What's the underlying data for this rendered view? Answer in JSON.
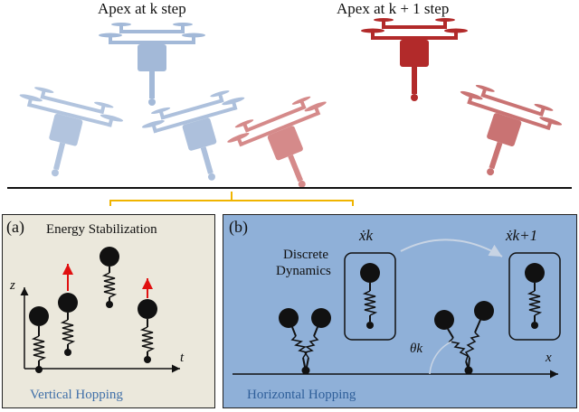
{
  "header": {
    "apex_k": "Apex at k step",
    "apex_k1": "Apex at k + 1 step"
  },
  "panel_a": {
    "label": "(a)",
    "title": "Energy Stabilization",
    "axis_z": "z",
    "axis_t": "t",
    "caption": "Vertical Hopping"
  },
  "panel_b": {
    "label": "(b)",
    "discrete_line1": "Discrete",
    "discrete_line2": "Dynamics",
    "state_k": "ẋk",
    "state_k1": "ẋk+1",
    "angle": "θk",
    "axis_x": "x",
    "caption": "Horizontal Hopping"
  },
  "colors": {
    "drone_blue": "#9fb6d6",
    "drone_red": "#b22a2a",
    "panel_a_bg": "#ebe8dc",
    "panel_b_bg": "#8fb0d8",
    "bracket": "#f0b400",
    "arrow_red": "#e01010"
  }
}
